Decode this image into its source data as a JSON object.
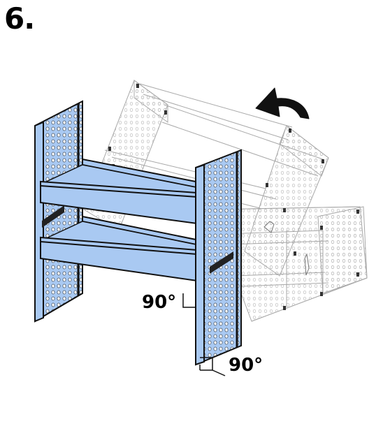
{
  "step": {
    "number": "6."
  },
  "annotations": {
    "angle_left": "90°",
    "angle_right": "90°"
  },
  "colors": {
    "panel_fill": "#a9c9f2",
    "outline": "#111111",
    "ghost": "#9a9a9a",
    "background": "#ffffff"
  },
  "icons": {
    "rotation": "curved-arrow-icon",
    "right_angle": "right-angle-marker-icon"
  }
}
